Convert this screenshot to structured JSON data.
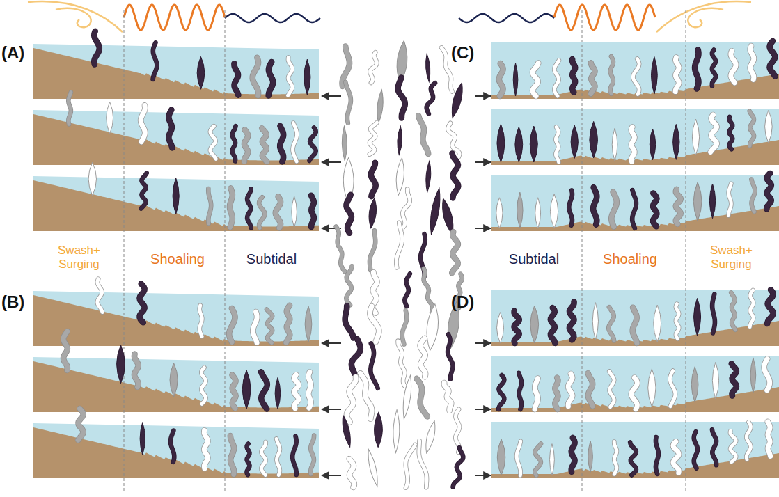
{
  "diagram": {
    "labels": [
      "(A)",
      "(B)",
      "(C)",
      "(D)",
      "Swash+ Surging",
      "Shoaling",
      "Subtidal",
      "Subtidal",
      "Shoaling",
      "Swash+ Surging"
    ]
  }
}
